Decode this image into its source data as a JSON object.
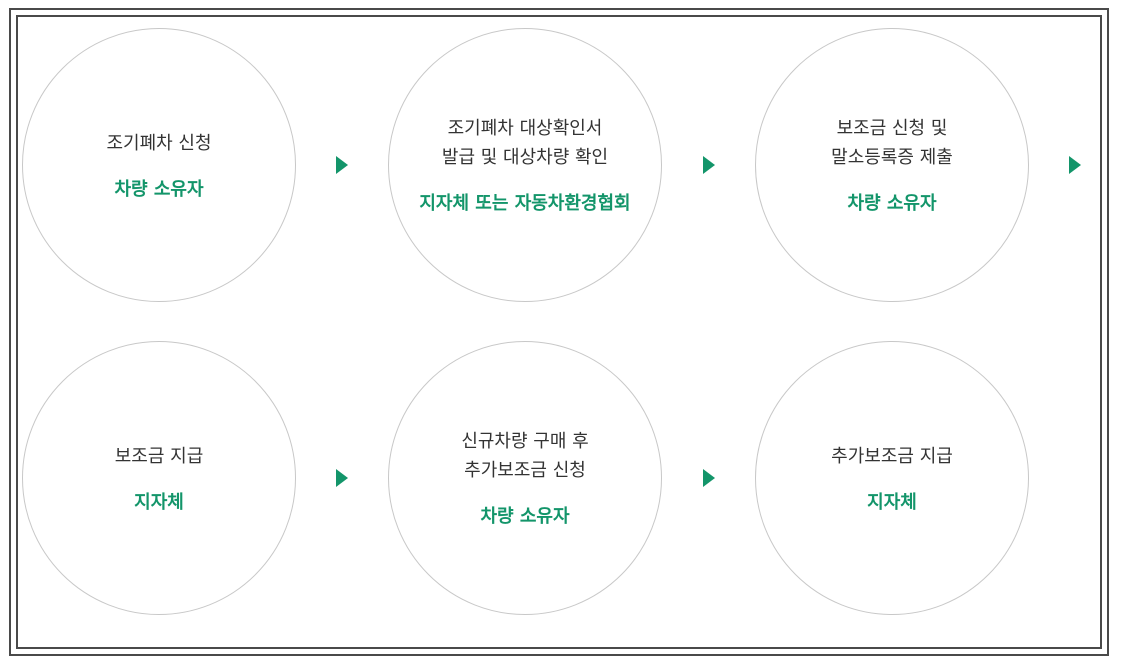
{
  "steps": [
    {
      "title": "조기폐차 신청",
      "actor": "차량 소유자"
    },
    {
      "title": "조기폐차 대상확인서\n발급 및 대상차량 확인",
      "actor": "지자체 또는 자동차환경협회"
    },
    {
      "title": "보조금 신청 및\n말소등록증 제출",
      "actor": "차량 소유자"
    },
    {
      "title": "보조금 지급",
      "actor": "지자체"
    },
    {
      "title": "신규차량 구매 후\n추가보조금 신청",
      "actor": "차량 소유자"
    },
    {
      "title": "추가보조금 지급",
      "actor": "지자체"
    }
  ],
  "colors": {
    "accent": "#13956a",
    "text": "#333333",
    "border": "#4a4a4a",
    "circle": "#c8c8c8"
  },
  "icons": {
    "arrow": "play-triangle-right"
  }
}
